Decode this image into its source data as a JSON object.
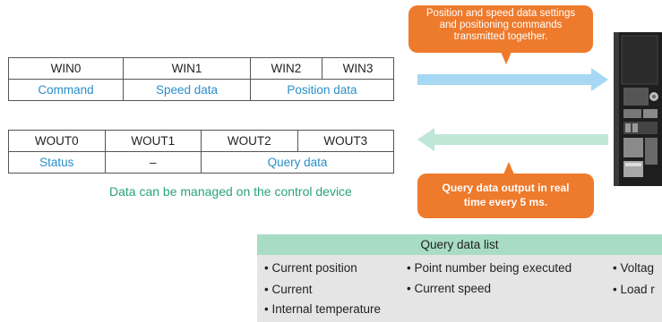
{
  "win_table": {
    "headers": [
      "WIN0",
      "WIN1",
      "WIN2",
      "WIN3"
    ],
    "row": [
      "Command",
      "Speed data",
      "Position data"
    ]
  },
  "wout_table": {
    "headers": [
      "WOUT0",
      "WOUT1",
      "WOUT2",
      "WOUT3"
    ],
    "row": [
      "Status",
      "–",
      "Query data"
    ]
  },
  "note": "Data can be managed on the control device",
  "bubbles": {
    "top": [
      "Position and speed data settings",
      "and positioning commands",
      "transmitted together."
    ],
    "bottom": [
      "Query data output in real",
      "time every 5 ms."
    ]
  },
  "query_list": {
    "title": "Query data list",
    "items": [
      "• Current position",
      "• Point number being executed",
      "• Voltag",
      "• Current",
      "• Current speed",
      "• Load r",
      "• Internal temperature"
    ]
  },
  "colors": {
    "orange": "#ee7a2c",
    "arrow_blue": "#a6d8f4",
    "arrow_green": "#bfe6d6",
    "blue_text": "#2a8fc8",
    "green_text": "#2aa27d",
    "header_green": "#a8dcc4"
  }
}
